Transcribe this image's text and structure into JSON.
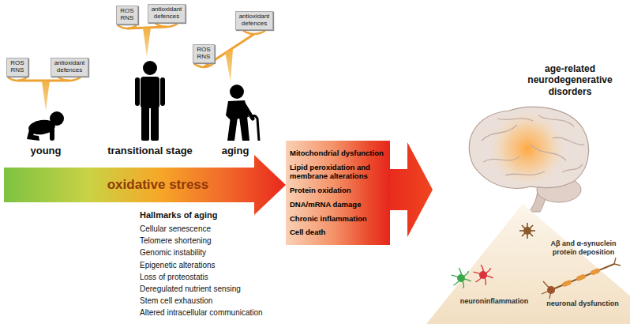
{
  "diagram": {
    "nodes": [
      {
        "text": [
          "ROS RNS"
        ]
      },
      {
        "text": [
          "antioxidant defences"
        ]
      },
      {
        "text": [
          "ROS RNS"
        ]
      },
      {
        "text": [
          "antioxidant defences"
        ]
      },
      {
        "text": [
          "ROS RNS"
        ]
      },
      {
        "text": [
          "antioxidant defences"
        ]
      },
      {
        "text": [
          "oxidative stress"
        ]
      },
      {
        "text": [
          "Mitochondrial dysfunction",
          "Lipid peroxidation and membrane alterations",
          "Protein oxidation",
          "DNA/mRNA damage",
          "Chronic inflammation",
          "Cell death"
        ]
      },
      {
        "text": [
          "Aβ and α-synuclein protein deposition",
          "neuroninflammation",
          "neuronal dysfunction"
        ]
      }
    ],
    "labels": [
      "young",
      "transitional stage",
      "aging",
      "Hallmarks of aging",
      "Cellular senescence",
      "Telomere shortening",
      "Genomic instability",
      "Epigenetic alterations",
      "Loss of proteostatis",
      "Deregulated nutrient sensing",
      "Stem cell exhaustion",
      "Altered intracellular communication",
      "age-related neurodegenerative disorders"
    ]
  }
}
